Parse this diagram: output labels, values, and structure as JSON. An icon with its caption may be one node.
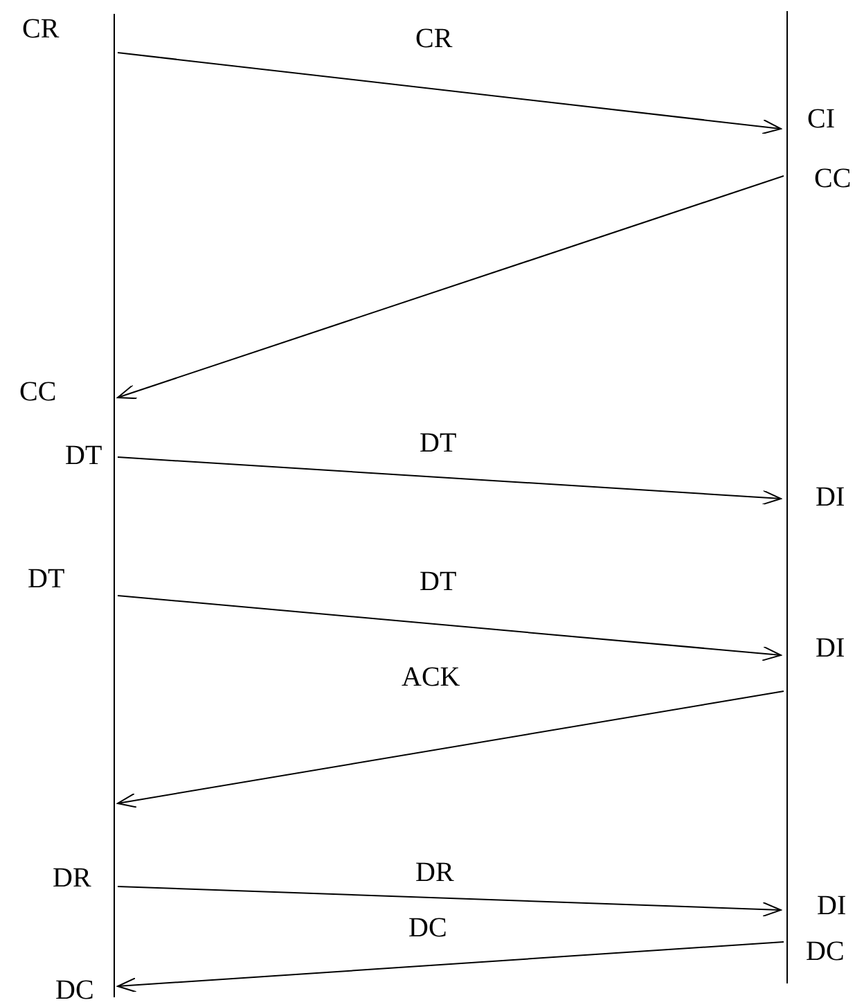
{
  "diagram": {
    "nodes": [
      {
        "text": [],
        "shape": "bar"
      },
      {
        "text": [],
        "shape": "bar"
      }
    ],
    "edges": [
      {
        "from": 0,
        "to": 1,
        "arrow": "to",
        "label": "CR"
      },
      {
        "from": 1,
        "to": 0,
        "arrow": "to"
      },
      {
        "from": 0,
        "to": 1,
        "arrow": "to",
        "label": "DT"
      },
      {
        "from": 0,
        "to": 1,
        "arrow": "to",
        "label": "DT"
      },
      {
        "from": 1,
        "to": 0,
        "arrow": "to",
        "label": "ACK"
      },
      {
        "from": 0,
        "to": 1,
        "arrow": "to",
        "label": "DR"
      },
      {
        "from": 1,
        "to": 0,
        "arrow": "to",
        "label": "DC"
      }
    ],
    "labels": [
      "CR",
      "CI",
      "CC",
      "CC",
      "DT",
      "DI",
      "DT",
      "DI",
      "DR",
      "DI",
      "DC",
      "DC"
    ]
  }
}
